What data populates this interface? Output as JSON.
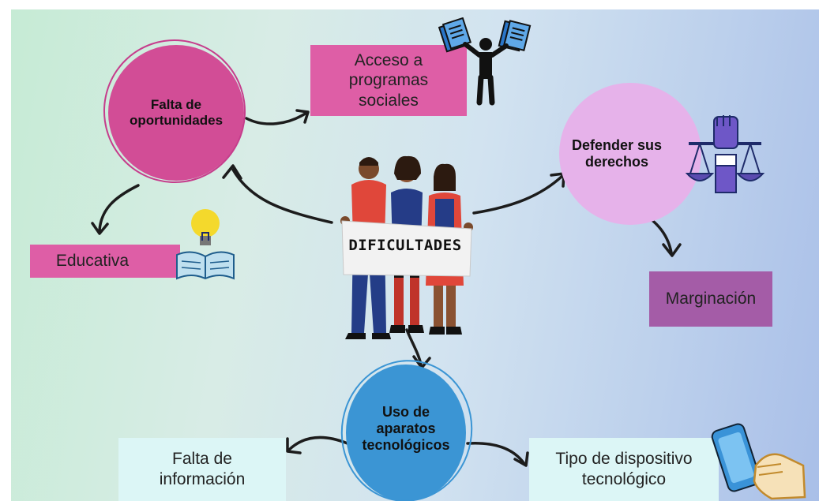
{
  "center": {
    "label": "DIFICULTADES"
  },
  "nodes": {
    "falta_oportunidades": "Falta de\noportunidades",
    "acceso_programas": "Acceso a\nprogramas\nsociales",
    "defender_derechos": "Defender sus\nderechos",
    "educativa": "Educativa",
    "marginacion": "Marginación",
    "uso_aparatos": "Uso de\naparatos\ntecnológicos",
    "falta_informacion": "Falta de\ninformación",
    "tipo_dispositivo": "Tipo de dispositivo\ntecnológico"
  },
  "colors": {
    "magenta": "#d24d96",
    "pink_box": "#de5ea6",
    "lilac": "#e6b2ea",
    "purple_box": "#a45ca7",
    "blue_circle": "#3b95d4",
    "light_box": "#dcf6f6"
  },
  "icons": [
    "documents-person-icon",
    "justice-fist-scale-icon",
    "lightbulb-book-icon",
    "hand-phone-icon",
    "group-of-people-illustration"
  ]
}
